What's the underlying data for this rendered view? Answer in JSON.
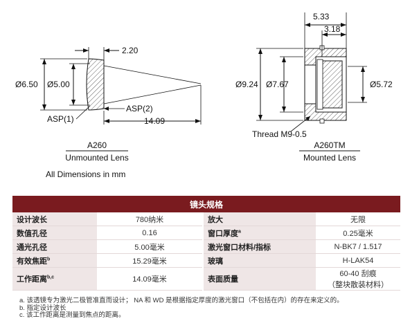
{
  "drawing": {
    "left": {
      "dims": {
        "d1": "Ø6.50",
        "d2": "Ø5.00",
        "thick": "2.20",
        "wd": "14.09",
        "asp1": "ASP(1)",
        "asp2": "ASP(2)"
      },
      "part": "A260",
      "caption": "Unmounted Lens",
      "units_note": "All Dimensions in mm"
    },
    "right": {
      "dims": {
        "w_outer": "5.33",
        "w_inner": "3.18",
        "d_outer": "Ø9.24",
        "d_mid": "Ø7.67",
        "d_clear": "Ø5.72",
        "thread": "Thread M9-0.5"
      },
      "part": "A260TM",
      "caption": "Mounted Lens"
    }
  },
  "table": {
    "title": "镜头规格",
    "rows": [
      {
        "l1": "设计波长",
        "v1": "780纳米",
        "l2": "放大",
        "l2_sup": "",
        "v2": "无限"
      },
      {
        "l1": "数值孔径",
        "v1": "0.16",
        "l2": "窗口厚度",
        "l2_sup": "a",
        "v2": "0.25毫米"
      },
      {
        "l1": "通光孔径",
        "v1": "5.00毫米",
        "l2": "激光窗口材料/指标",
        "l2_sup": "",
        "v2": "N-BK7 / 1.517"
      },
      {
        "l1": "有效焦距",
        "l1_sup": "b",
        "v1": "15.29毫米",
        "l2": "玻璃",
        "l2_sup": "",
        "v2": "H-LAK54"
      },
      {
        "l1": "工作距离",
        "l1_sup": "b,c",
        "v1": "14.09毫米",
        "l2": "表面质量",
        "l2_sup": "",
        "v2": "60-40 刮痕",
        "v2b": "（整块散装材料）"
      }
    ]
  },
  "notes": [
    "a. 该透镜专为激光二极管准直而设计； NA 和 WD 是根据指定厚度的激光窗口（不包括在内）的存在来定义的。",
    "b. 指定设计波长",
    "c. 该工作距离是测量到焦点的距离。"
  ]
}
